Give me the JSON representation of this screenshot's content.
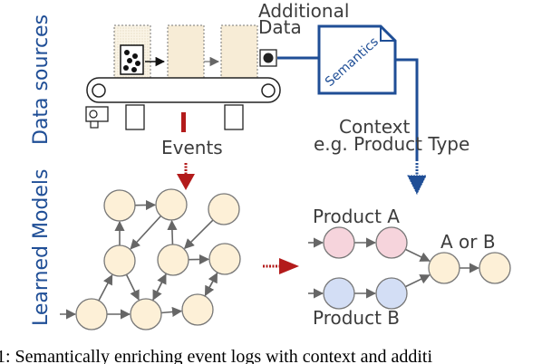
{
  "side_labels": {
    "data_sources": "Data sources",
    "learned_models": "Learned Models"
  },
  "labels": {
    "additional_data": [
      "Additional",
      "Data"
    ],
    "semantics": "Semantics",
    "events": "Events",
    "context": [
      "Context",
      "e.g. Product Type"
    ],
    "product_a": "Product A",
    "product_b": "Product B",
    "a_or_b": "A or B"
  },
  "caption": "1: Semantically enriching event logs with context and additi",
  "colors": {
    "node_fill": "#fdf0d7",
    "node_a": "#f6d4dc",
    "node_b": "#d3def5",
    "blue": "#1f4e96",
    "red": "#b31b1b",
    "stroke": "#555555"
  }
}
